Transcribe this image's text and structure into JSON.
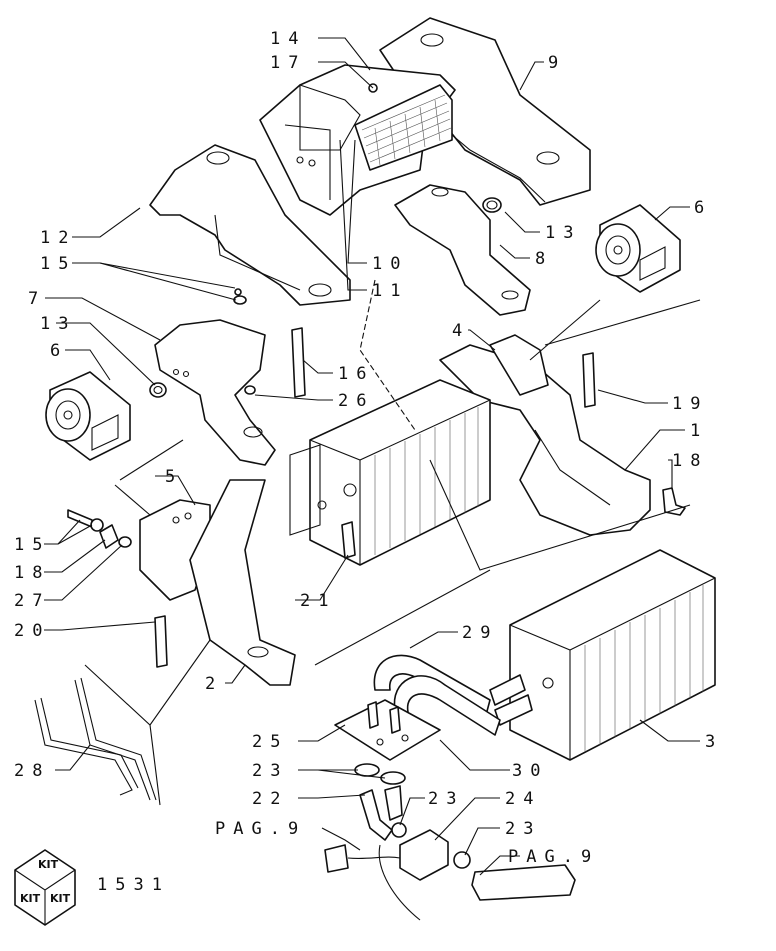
{
  "labels": {
    "l14": "14",
    "l17": "17",
    "l9": "9",
    "l12": "12",
    "l15a": "15",
    "l7": "7",
    "l13a": "13",
    "l6a": "6",
    "l10": "10",
    "l11": "11",
    "l13b": "13",
    "l8": "8",
    "l6b": "6",
    "l4": "4",
    "l16": "16",
    "l26": "26",
    "l19": "19",
    "l1": "1",
    "l18a": "18",
    "l5": "5",
    "l15b": "15",
    "l18b": "18",
    "l27": "27",
    "l20": "20",
    "l21": "21",
    "l29": "29",
    "l2": "2",
    "l3": "3",
    "l25": "25",
    "l23a": "23",
    "l30": "30",
    "l22": "22",
    "l23b": "23",
    "l24": "24",
    "l23c": "23",
    "pag9a": "PAG.9",
    "pag9b": "PAG.9",
    "l28": "28",
    "code": "1531"
  },
  "kit_badge": {
    "word": "KIT"
  }
}
